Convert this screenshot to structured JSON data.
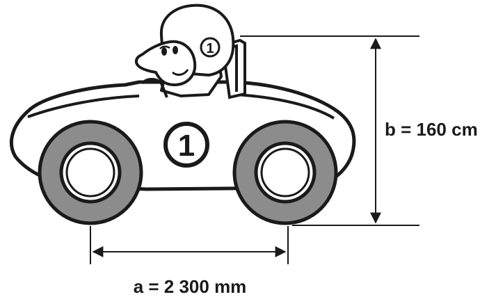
{
  "labels": {
    "wheelbase": "a = 2 300 mm",
    "height": "b = 160 cm"
  },
  "car": {
    "number": "1",
    "helmet_number": "1"
  },
  "colors": {
    "ink": "#1a1a1a",
    "tire": "#8c8c8c",
    "body_fill": "#ffffff"
  }
}
